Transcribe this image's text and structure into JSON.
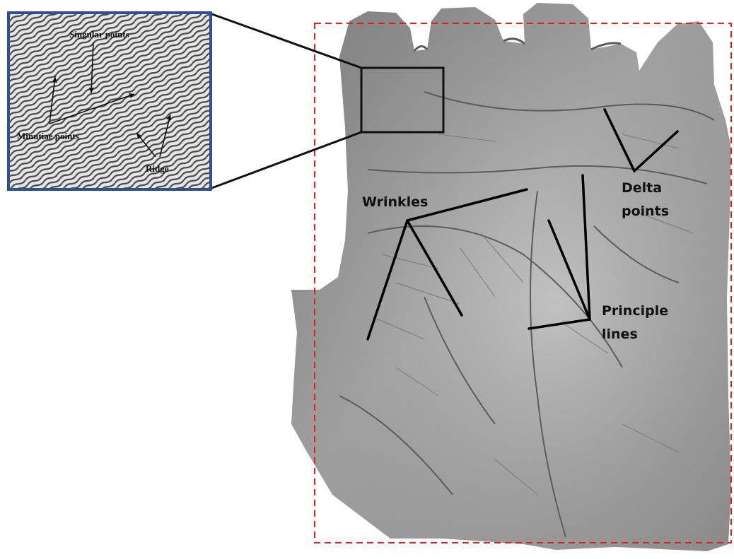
{
  "labels": {
    "wrinkles": "Wrinkles",
    "delta_line1": "Delta",
    "delta_line2": "points",
    "principle_line1": "Principle",
    "principle_line2": "lines"
  },
  "inset": {
    "singular_points": "Singular points",
    "minutiae_points": "Minutiae points",
    "ridge": "Ridge"
  },
  "colors": {
    "roi_box": "#e02020",
    "inset_border": "#2f4f8f",
    "annotation": "#000000"
  }
}
